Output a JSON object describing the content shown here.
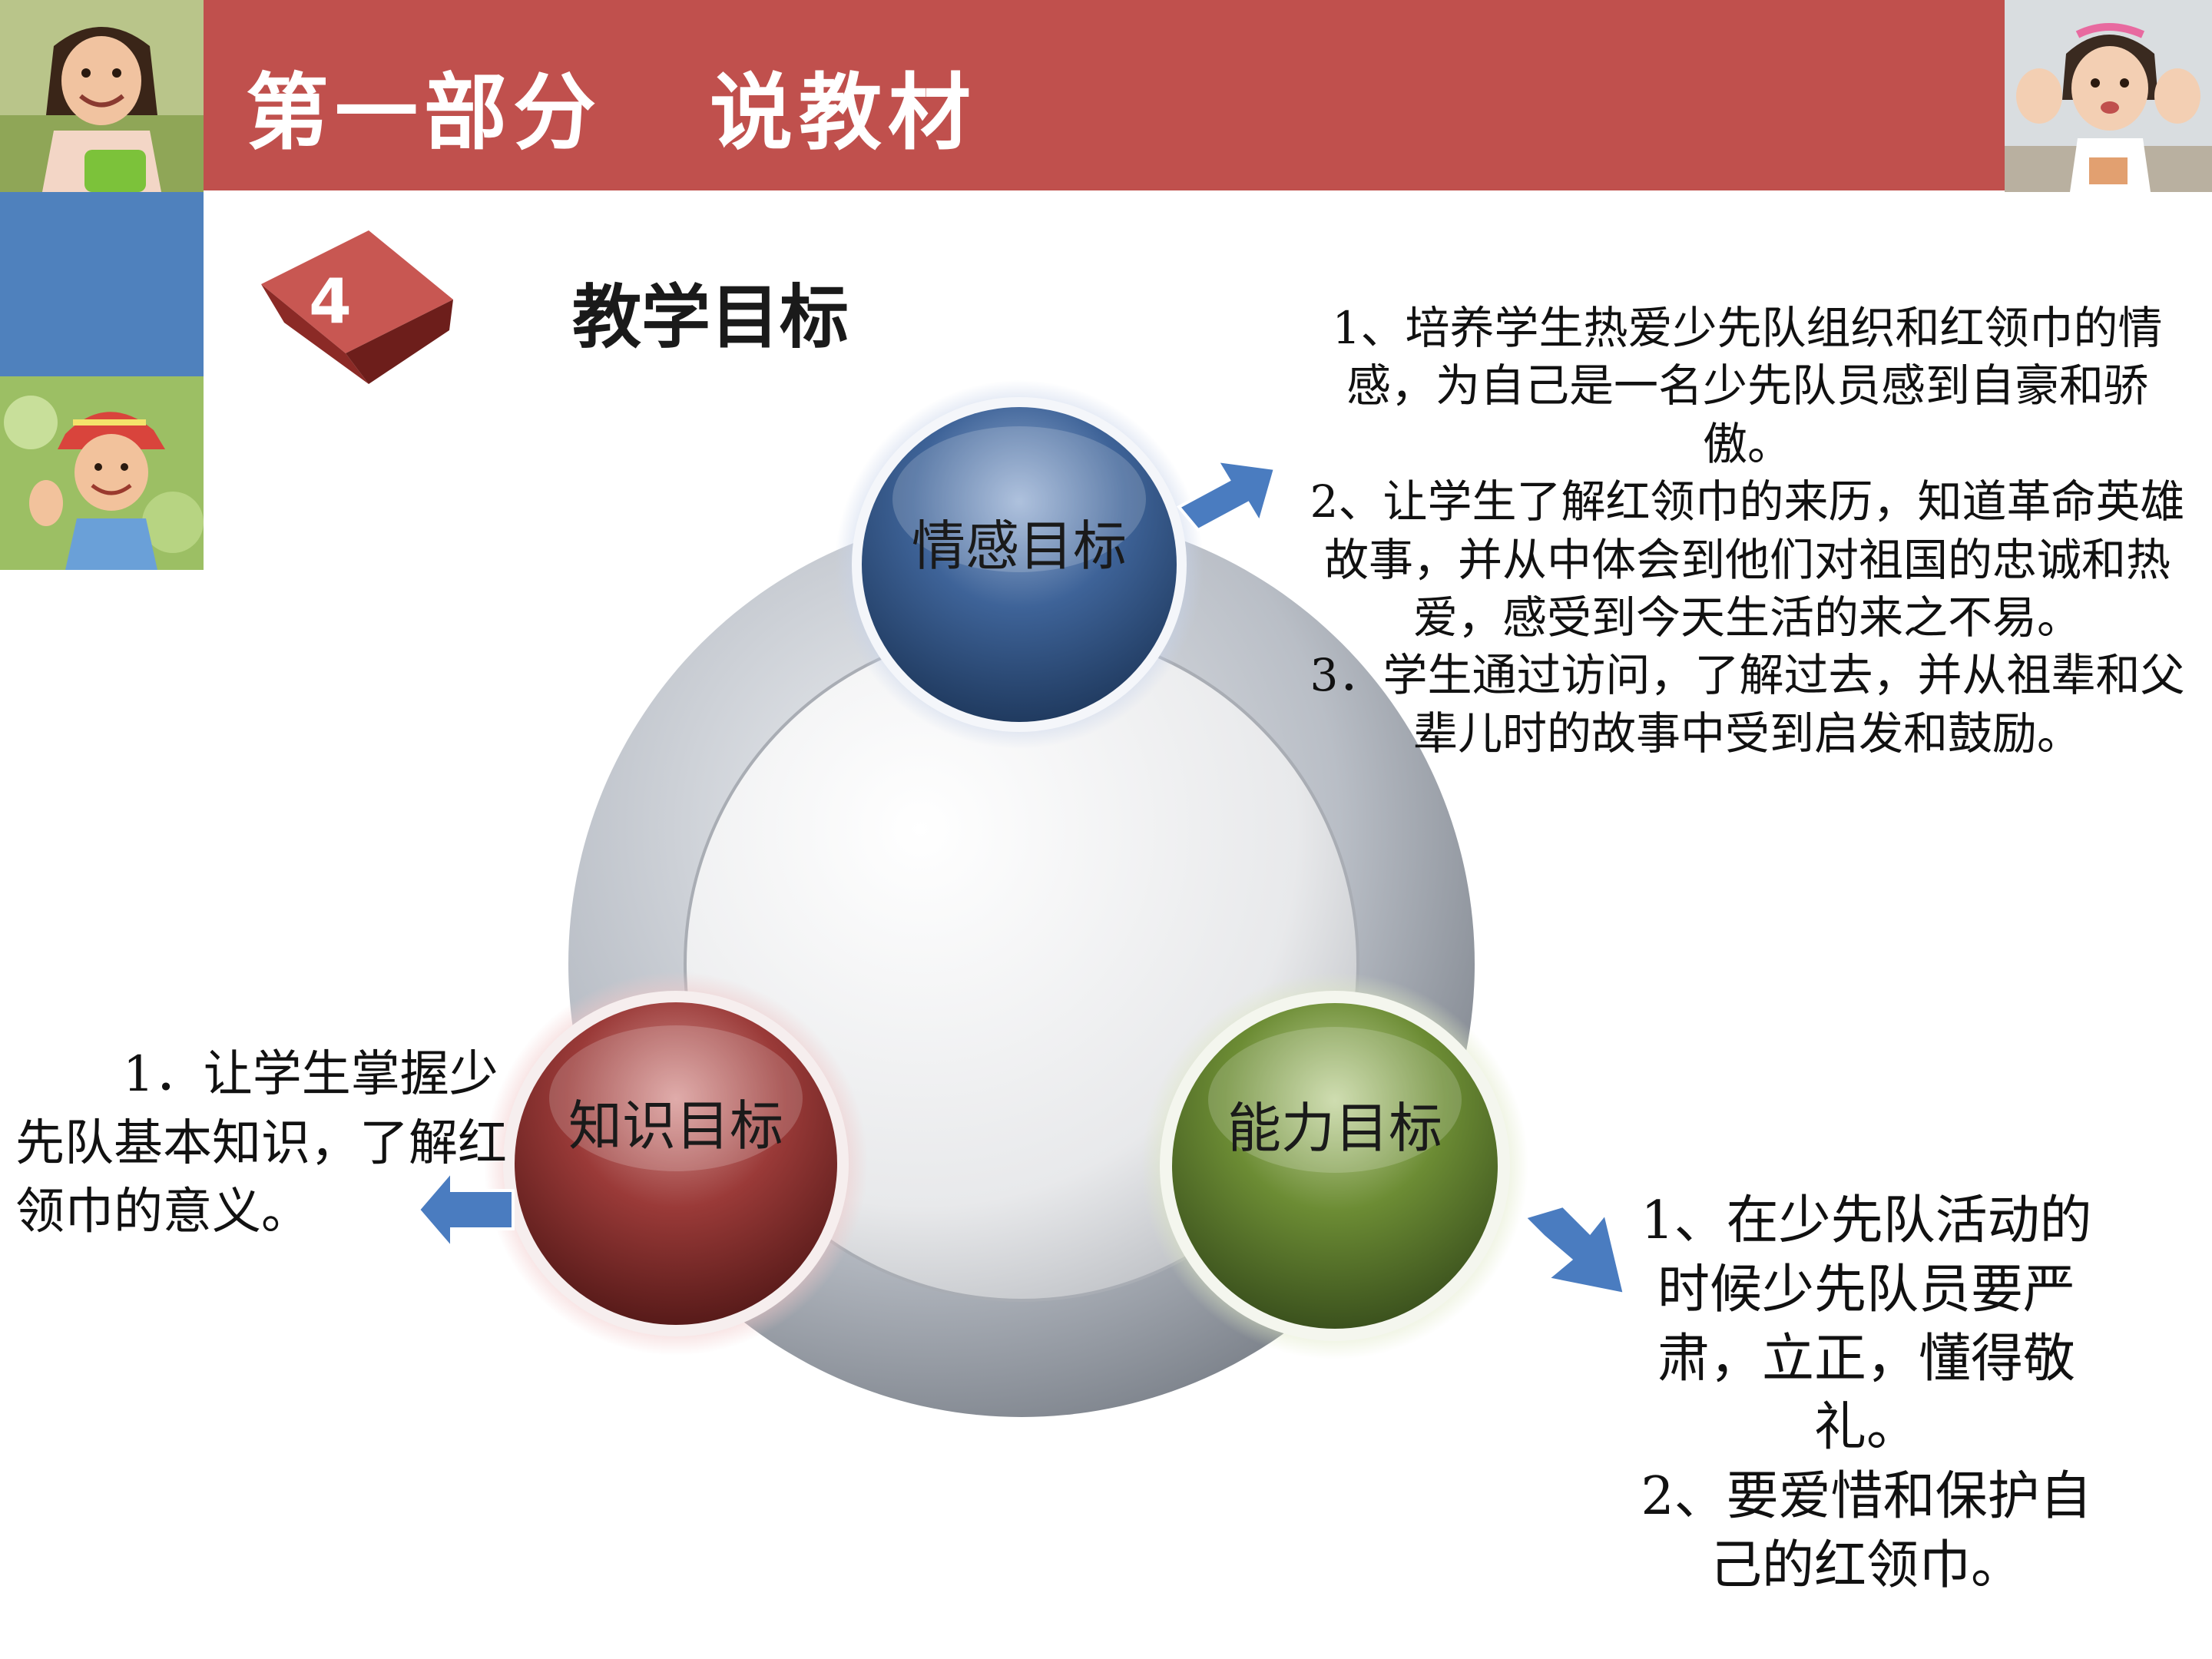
{
  "header": {
    "title_part": "第一部分",
    "title_topic": "说教材"
  },
  "section": {
    "number": "4",
    "title": "教学目标"
  },
  "nodes": {
    "emotion": {
      "label": "情感目标",
      "color": "#2f5486"
    },
    "knowledge": {
      "label": "知识目标",
      "color": "#8a2e2e"
    },
    "ability": {
      "label": "能力目标",
      "color": "#5a7a2a"
    }
  },
  "emotion_goals": [
    "1、培养学生热爱少先队组织和红领巾的情感，为自己是一名少先队员感到自豪和骄傲。",
    "2、让学生了解红领巾的来历，知道革命英雄故事，并从中体会到他们对祖国的忠诚和热爱，感受到今天生活的来之不易。",
    "3．学生通过访问，了解过去，并从祖辈和父辈儿时的故事中受到启发和鼓励。"
  ],
  "knowledge_goals": [
    "1．让学生掌握少先队基本知识，了解红领巾的意义。"
  ],
  "ability_goals": [
    "1、在少先队活动的时候少先队员要严肃，立正，懂得敬礼。",
    "2、要爱惜和保护自己的红领巾。"
  ],
  "colors": {
    "header": "#c0504d",
    "side_block": "#4f81bd",
    "arrow": "#4a7cc0",
    "ring": "#9aa0a8"
  }
}
